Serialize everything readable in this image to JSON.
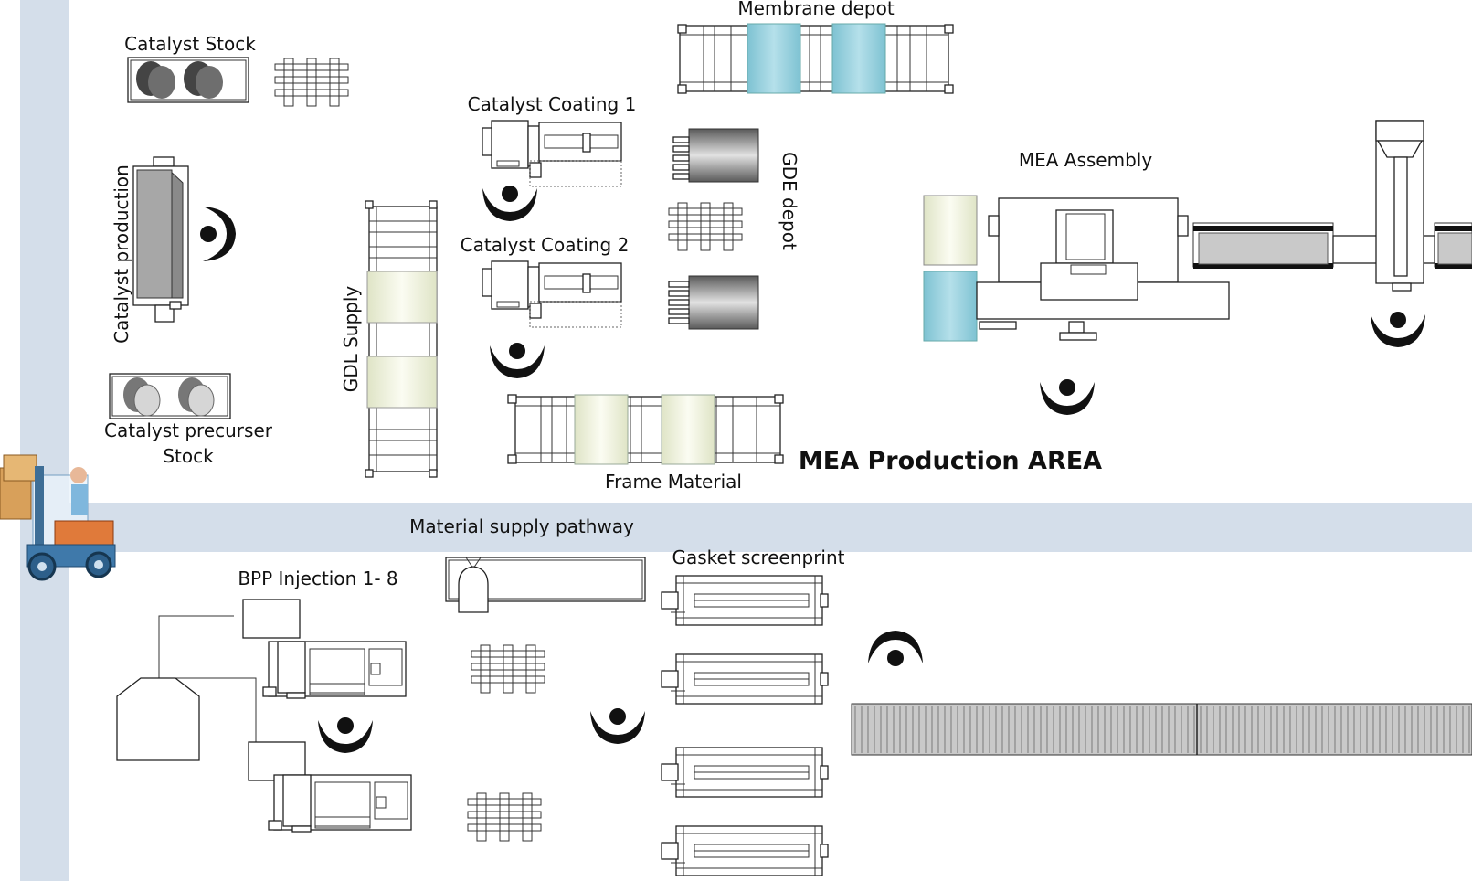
{
  "labels": {
    "membrane_depot": "Membrane depot",
    "catalyst_stock": "Catalyst  Stock",
    "catalyst_coating_1": "Catalyst Coating 1",
    "catalyst_coating_2": "Catalyst Coating 2",
    "catalyst_production": "Catalyst production",
    "gdl_supply": "GDL Supply",
    "gde_depot": "GDE depot",
    "mea_assembly": "MEA Assembly",
    "catalyst_precursor_1": "Catalyst precurser",
    "catalyst_precursor_2": "Stock",
    "frame_material": "Frame Material",
    "area_title": "MEA Production AREA",
    "pathway": "Material supply pathway",
    "bpp_injection": "BPP Injection 1- 8",
    "gasket_screenprint": "Gasket screenprint"
  },
  "colors": {
    "pathway": "#d4deea",
    "membrane_roll": "#8fcbd8",
    "frame_roll": "#e3e8cf",
    "gde_roll": "#8a8a8a",
    "conveyor": "#c9c9c9",
    "catalyst_dark": "#555555",
    "catalyst_light": "#d0d0d0"
  },
  "icons": {
    "operator": "operator-icon",
    "forklift": "forklift-icon",
    "pallet": "pallet-icon"
  }
}
